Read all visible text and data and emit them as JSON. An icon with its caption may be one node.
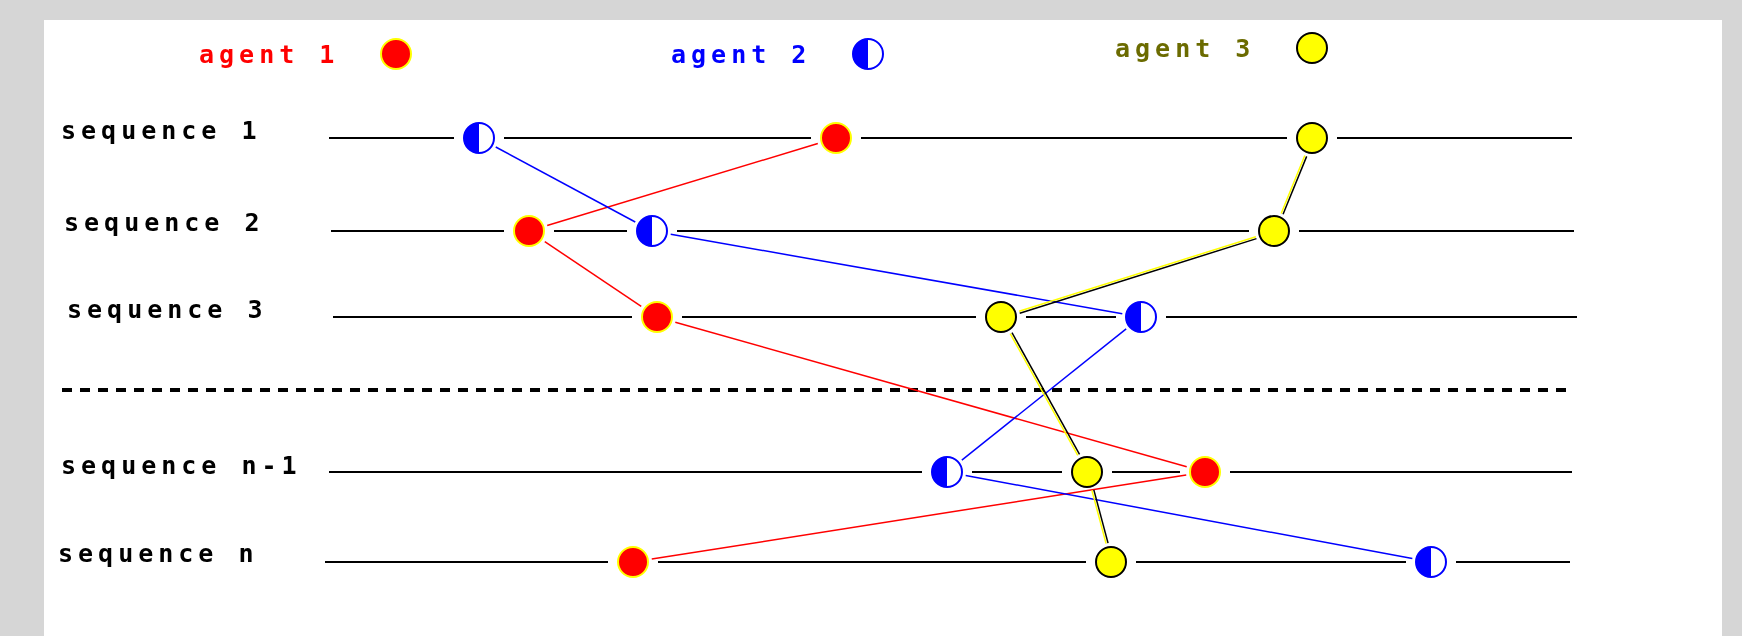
{
  "diagram": {
    "nodes": [
      {
        "text": [
          "sequence 1"
        ]
      },
      {
        "text": [],
        "shape": "circle"
      },
      {
        "text": [],
        "shape": "circle"
      },
      {
        "text": [],
        "shape": "circle"
      },
      {
        "text": [
          "sequence 2"
        ]
      },
      {
        "text": [],
        "shape": "circle"
      },
      {
        "text": [],
        "shape": "circle"
      },
      {
        "text": [],
        "shape": "circle"
      },
      {
        "text": [
          "sequence 3"
        ]
      },
      {
        "text": [],
        "shape": "circle"
      },
      {
        "text": [],
        "shape": "circle"
      },
      {
        "text": [],
        "shape": "circle"
      },
      {
        "text": [
          "sequence n-1"
        ]
      },
      {
        "text": [],
        "shape": "circle"
      },
      {
        "text": [],
        "shape": "circle"
      },
      {
        "text": [],
        "shape": "circle"
      },
      {
        "text": [
          "sequence n"
        ]
      },
      {
        "text": [],
        "shape": "circle"
      },
      {
        "text": [],
        "shape": "circle"
      },
      {
        "text": [],
        "shape": "circle"
      }
    ],
    "edges": [
      {
        "from": 2,
        "to": 5,
        "arrow": "none",
        "color": "#ff0000"
      },
      {
        "from": 5,
        "to": 9,
        "arrow": "none",
        "color": "#ff0000"
      },
      {
        "from": 9,
        "to": 15,
        "arrow": "none",
        "color": "#ff0000"
      },
      {
        "from": 15,
        "to": 17,
        "arrow": "none",
        "color": "#ff0000"
      },
      {
        "from": 1,
        "to": 6,
        "arrow": "none",
        "color": "#0000ff"
      },
      {
        "from": 6,
        "to": 11,
        "arrow": "none",
        "color": "#0000ff"
      },
      {
        "from": 11,
        "to": 13,
        "arrow": "none",
        "color": "#0000ff"
      },
      {
        "from": 13,
        "to": 19,
        "arrow": "none",
        "color": "#0000ff"
      },
      {
        "from": 3,
        "to": 7,
        "arrow": "none",
        "color": "#ffff00"
      },
      {
        "from": 7,
        "to": 10,
        "arrow": "none",
        "color": "#ffff00"
      },
      {
        "from": 10,
        "to": 14,
        "arrow": "none",
        "color": "#ffff00"
      },
      {
        "from": 14,
        "to": 18,
        "arrow": "none",
        "color": "#ffff00"
      },
      {
        "from": 1,
        "to": 2,
        "arrow": "none"
      },
      {
        "from": 2,
        "to": 3,
        "arrow": "none"
      },
      {
        "from": 5,
        "to": 6,
        "arrow": "none"
      },
      {
        "from": 6,
        "to": 7,
        "arrow": "none"
      },
      {
        "from": 9,
        "to": 10,
        "arrow": "none"
      },
      {
        "from": 10,
        "to": 11,
        "arrow": "none"
      },
      {
        "from": 13,
        "to": 14,
        "arrow": "none"
      },
      {
        "from": 14,
        "to": 15,
        "arrow": "none"
      },
      {
        "from": 17,
        "to": 18,
        "arrow": "none"
      },
      {
        "from": 18,
        "to": 19,
        "arrow": "none"
      }
    ],
    "legend": [
      {
        "text": "agent 1",
        "color": "#ff0000"
      },
      {
        "text": "agent 2",
        "color": "#0000ff"
      },
      {
        "text": "agent 3",
        "color": "#ffff00"
      }
    ]
  }
}
